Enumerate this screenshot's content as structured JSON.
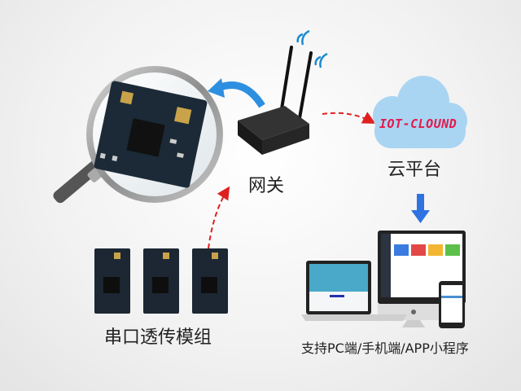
{
  "labels": {
    "gateway": "网关",
    "cloud_platform": "云平台",
    "cloud_text": "IOT-CLOUND",
    "modules": "串口透传模组",
    "clients": "支持PC端/手机端/APP小程序"
  },
  "colors": {
    "cloud_fill": "#a9d5f2",
    "cloud_text": "#e5194d",
    "arrow_blue": "#2d8fe0",
    "arrow_red_dashed": "#e02020",
    "down_arrow": "#2f73e0"
  },
  "icons": [
    "magnifier-icon",
    "gateway-device",
    "wifi-signal-icon",
    "cloud-icon",
    "serial-module",
    "laptop",
    "monitor",
    "smartphone"
  ]
}
